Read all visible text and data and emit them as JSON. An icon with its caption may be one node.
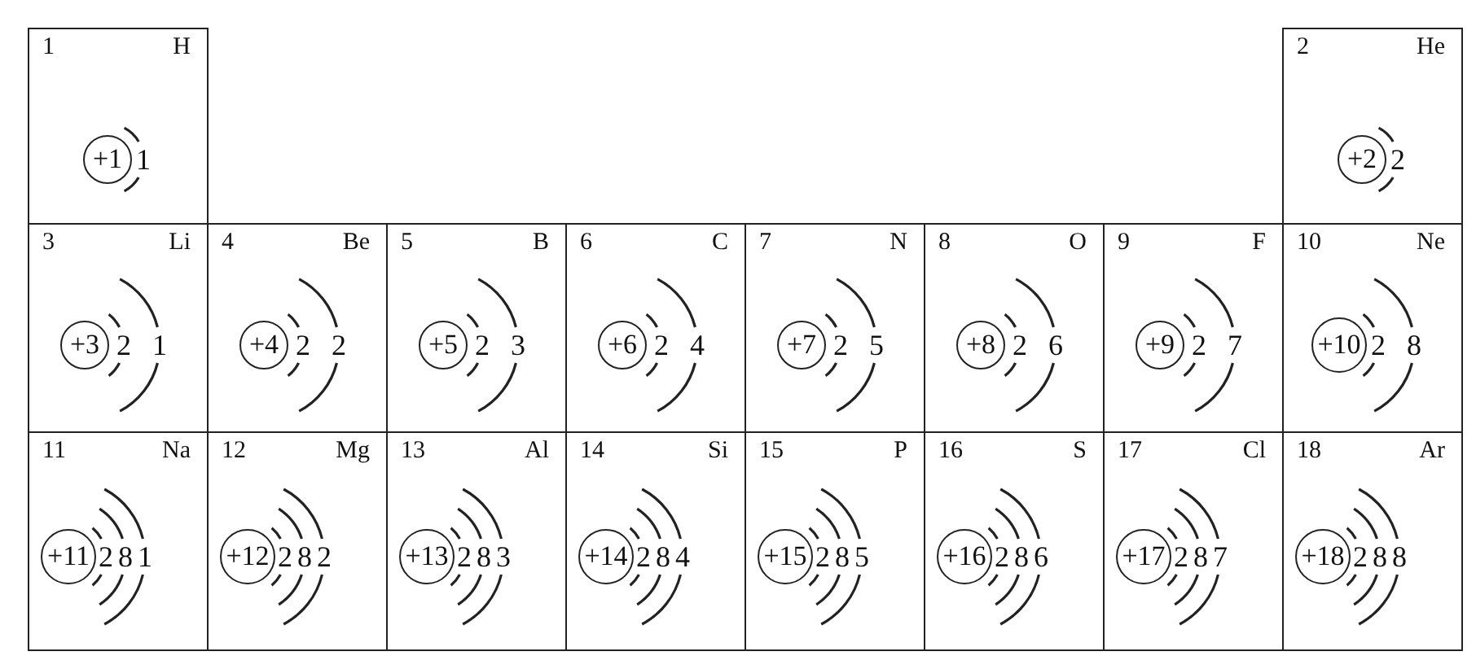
{
  "diagram": {
    "nodes": [
      {
        "text": [
          "1",
          "H"
        ]
      },
      {
        "text": [
          "+1"
        ],
        "in": 0,
        "beside": [
          "1"
        ]
      },
      {
        "text": [
          "2",
          "He"
        ]
      },
      {
        "text": [
          "+2"
        ],
        "in": 2,
        "beside": [
          "2"
        ]
      },
      {
        "text": [
          "3",
          "Li"
        ]
      },
      {
        "text": [
          "+3"
        ],
        "in": 4,
        "beside": [
          "2",
          "1"
        ]
      },
      {
        "text": [
          "4",
          "Be"
        ]
      },
      {
        "text": [
          "+4"
        ],
        "in": 6,
        "beside": [
          "2",
          "2"
        ]
      },
      {
        "text": [
          "5",
          "B"
        ]
      },
      {
        "text": [
          "+5"
        ],
        "in": 8,
        "beside": [
          "2",
          "3"
        ]
      },
      {
        "text": [
          "6",
          "C"
        ]
      },
      {
        "text": [
          "+6"
        ],
        "in": 10,
        "beside": [
          "2",
          "4"
        ]
      },
      {
        "text": [
          "7",
          "N"
        ]
      },
      {
        "text": [
          "+7"
        ],
        "in": 12,
        "beside": [
          "2",
          "5"
        ]
      },
      {
        "text": [
          "8",
          "O"
        ]
      },
      {
        "text": [
          "+8"
        ],
        "in": 14,
        "beside": [
          "2",
          "6"
        ]
      },
      {
        "text": [
          "9",
          "F"
        ]
      },
      {
        "text": [
          "+9"
        ],
        "in": 16,
        "beside": [
          "2",
          "7"
        ]
      },
      {
        "text": [
          "10",
          "Ne"
        ]
      },
      {
        "text": [
          "+10"
        ],
        "in": 18,
        "beside": [
          "2",
          "8"
        ]
      },
      {
        "text": [
          "11",
          "Na"
        ]
      },
      {
        "text": [
          "+11"
        ],
        "in": 20,
        "beside": [
          "2",
          "8",
          "1"
        ]
      },
      {
        "text": [
          "12",
          "Mg"
        ]
      },
      {
        "text": [
          "+12"
        ],
        "in": 22,
        "beside": [
          "2",
          "8",
          "2"
        ]
      },
      {
        "text": [
          "13",
          "Al"
        ]
      },
      {
        "text": [
          "+13"
        ],
        "in": 24,
        "beside": [
          "2",
          "8",
          "3"
        ]
      },
      {
        "text": [
          "14",
          "Si"
        ]
      },
      {
        "text": [
          "+14"
        ],
        "in": 26,
        "beside": [
          "2",
          "8",
          "4"
        ]
      },
      {
        "text": [
          "15",
          "P"
        ]
      },
      {
        "text": [
          "+15"
        ],
        "in": 28,
        "beside": [
          "2",
          "8",
          "5"
        ]
      },
      {
        "text": [
          "16",
          "S"
        ]
      },
      {
        "text": [
          "+16"
        ],
        "in": 30,
        "beside": [
          "2",
          "8",
          "6"
        ]
      },
      {
        "text": [
          "17",
          "Cl"
        ]
      },
      {
        "text": [
          "+17"
        ],
        "in": 32,
        "beside": [
          "2",
          "8",
          "7"
        ]
      },
      {
        "text": [
          "18",
          "Ar"
        ]
      },
      {
        "text": [
          "+18"
        ],
        "in": 34,
        "beside": [
          "2",
          "8",
          "8"
        ]
      }
    ]
  }
}
